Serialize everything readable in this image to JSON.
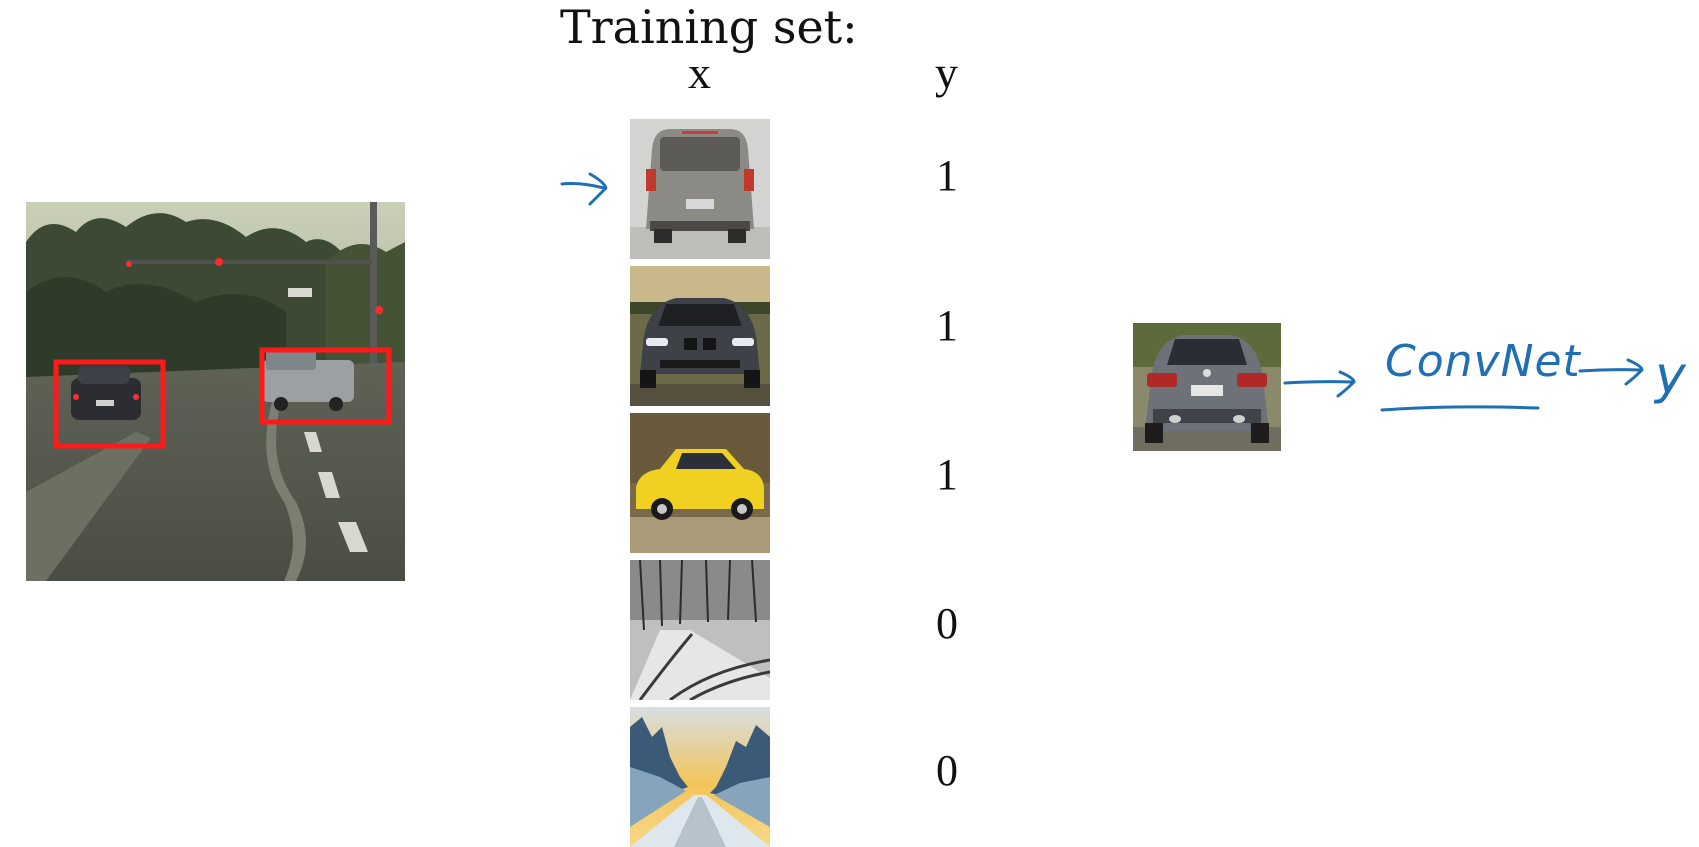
{
  "heading": {
    "title": "Training set:",
    "x_label": "x",
    "y_label": "y"
  },
  "training_examples": [
    {
      "image": "car-rear-suv-thumbnail",
      "y": "1"
    },
    {
      "image": "car-front-sedan-thumbnail",
      "y": "1"
    },
    {
      "image": "yellow-car-side-thumbnail",
      "y": "1"
    },
    {
      "image": "snowy-road-thumbnail",
      "y": "0"
    },
    {
      "image": "snowy-forest-road-thumbnail",
      "y": "0"
    }
  ],
  "pipeline": {
    "model_label": "ConvNet",
    "output_label": "y"
  },
  "colors": {
    "annotation_blue": "#1f6fb5",
    "bounding_box_red": "#ff1a1a",
    "text": "#111111"
  },
  "icons": {
    "scene": "street-scene-with-detected-cars",
    "input_arrow": "hand-drawn-arrow-icon"
  }
}
